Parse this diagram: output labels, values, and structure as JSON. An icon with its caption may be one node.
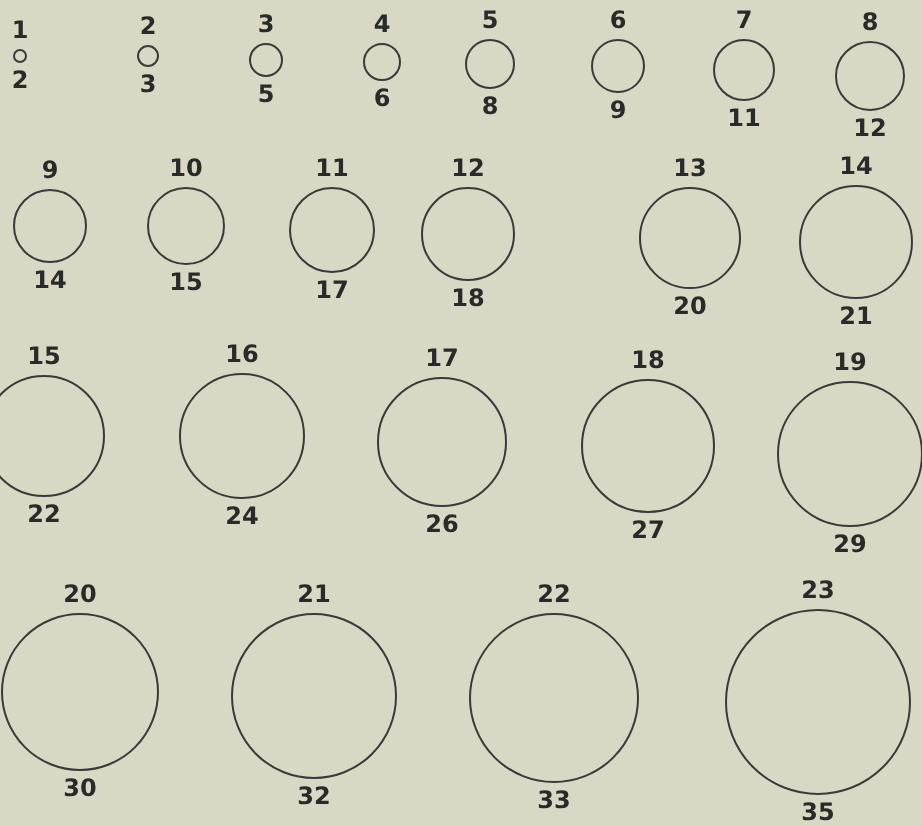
{
  "diagram": {
    "nodes": [
      {
        "text": [
          "1",
          "2"
        ]
      },
      {
        "text": [
          "2",
          "3"
        ]
      },
      {
        "text": [
          "3",
          "5"
        ]
      },
      {
        "text": [
          "4",
          "6"
        ]
      },
      {
        "text": [
          "5",
          "8"
        ]
      },
      {
        "text": [
          "6",
          "9"
        ]
      },
      {
        "text": [
          "7",
          "11"
        ]
      },
      {
        "text": [
          "8",
          "12"
        ]
      },
      {
        "text": [
          "9",
          "14"
        ]
      },
      {
        "text": [
          "10",
          "15"
        ]
      },
      {
        "text": [
          "11",
          "17"
        ]
      },
      {
        "text": [
          "12",
          "18"
        ]
      },
      {
        "text": [
          "13",
          "20"
        ]
      },
      {
        "text": [
          "14",
          "21"
        ]
      },
      {
        "text": [
          "15",
          "22"
        ]
      },
      {
        "text": [
          "16",
          "24"
        ]
      },
      {
        "text": [
          "17",
          "26"
        ]
      },
      {
        "text": [
          "18",
          "27"
        ]
      },
      {
        "text": [
          "19",
          "29"
        ]
      },
      {
        "text": [
          "20",
          "30"
        ]
      },
      {
        "text": [
          "21",
          "32"
        ]
      },
      {
        "text": [
          "22",
          "33"
        ]
      },
      {
        "text": [
          "23",
          "35"
        ]
      }
    ]
  }
}
